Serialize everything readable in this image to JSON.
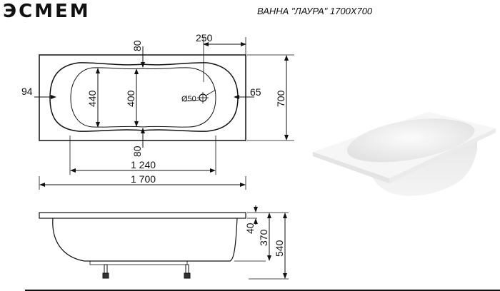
{
  "header": {
    "logo": "ЭCMEM",
    "title": "ВАННА \"ЛАУРА\" 1700X700"
  },
  "top_view": {
    "dims": {
      "top_rim": "80",
      "bottom_rim": "80",
      "drain_offset": "250",
      "left_offset": "94",
      "right_offset": "65",
      "inner_width_left": "440",
      "inner_width_center": "400",
      "drain_diameter": "Ø50",
      "width": "700",
      "bottom_length": "1 240",
      "length": "1 700"
    }
  },
  "side_view": {
    "dims": {
      "rim_thickness": "40",
      "depth": "370",
      "total_height": "540"
    }
  },
  "photo": {
    "alt": "bathtub-render"
  }
}
